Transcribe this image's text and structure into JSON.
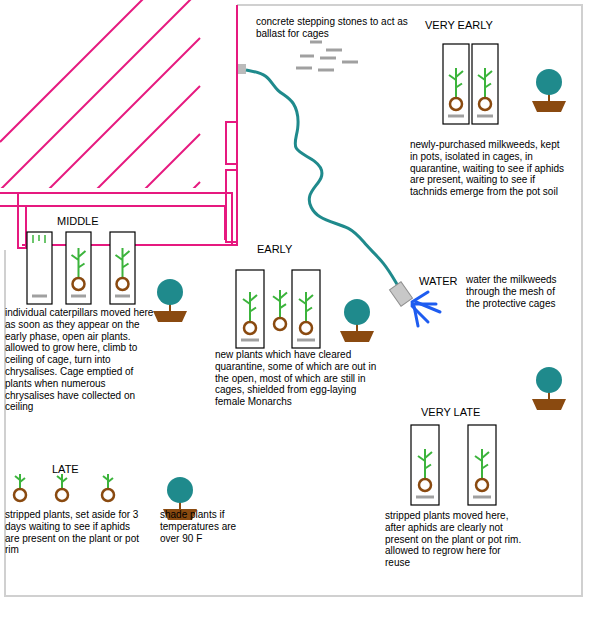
{
  "diagram": {
    "labels": [
      "concrete stepping stones to act as ballast for cages",
      "VERY EARLY",
      "newly-purchased milkweeds, kept in pots, isolated in cages, in quarantine, waiting to see if aphids are present, waiting to see if tachnids emerge from the pot soil",
      "MIDDLE",
      "EARLY",
      "WATER",
      "water the milkweeds through the mesh of the protective cages",
      "individual caterpillars moved here as soon as they appear on the early phase, open air plants. allowed to grow here, climb to ceiling of cage, turn into chrysalises. Cage emptied of plants when numerous chrysalises have collected on ceiling",
      "new plants which have cleared quarantine, some of which are out in the open, most of which are still in cages, shielded from egg-laying female Monarchs",
      "LATE",
      "VERY LATE",
      "stripped plants, set aside for 3 days  waiting to see if aphids are present on the plant or pot rim",
      "shade plants if temperatures are over 90 F",
      "stripped plants moved here, after aphids are clearly not present on the plant or pot rim.  allowed to regrow here for reuse"
    ]
  }
}
